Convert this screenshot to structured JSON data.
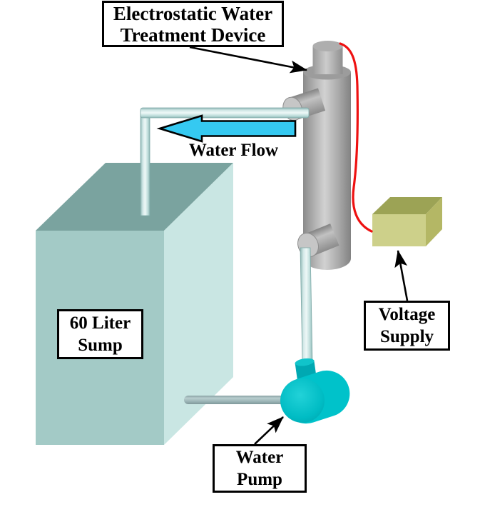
{
  "labels": {
    "device": {
      "line1": "Electrostatic Water",
      "line2": "Treatment Device"
    },
    "water_flow": "Water Flow",
    "sump": {
      "line1": "60 Liter",
      "line2": "Sump"
    },
    "pump": {
      "line1": "Water",
      "line2": "Pump"
    },
    "voltage": {
      "line1": "Voltage",
      "line2": "Supply"
    }
  },
  "colors": {
    "flow_arrow": "#35c9f1",
    "wire": "#ee1111",
    "sump_front": "#a3cac6",
    "sump_top": "#7aa39f",
    "sump_side": "#c9e6e3",
    "pump_body": "#00c2ca",
    "voltage_front": "#cdd08a",
    "voltage_top": "#9ca355",
    "voltage_side": "#b4b765",
    "cylinder_gray": "#b2b2b2",
    "pipe": "#cfe6e5",
    "gray_pipe": "#9db6b8",
    "outline": "#000000",
    "background": "#ffffff"
  }
}
